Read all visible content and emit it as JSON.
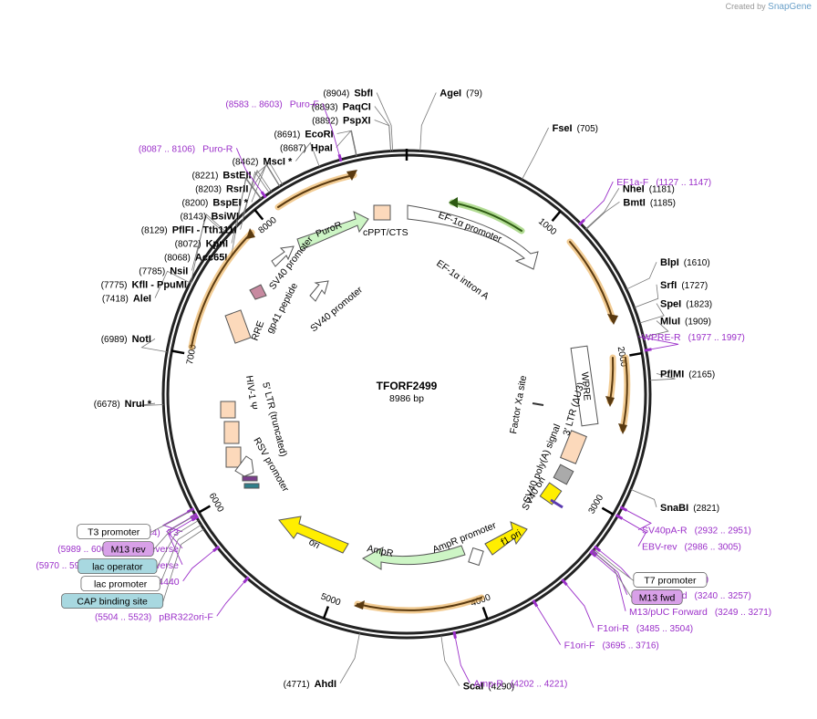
{
  "brand": {
    "prefix": "Created by",
    "name": "SnapGene"
  },
  "plasmid": {
    "name": "TFORF2499",
    "length_label": "8986 bp",
    "length": 8986
  },
  "colors": {
    "primer": "#9b2fc9",
    "orange": "#e8a33c",
    "green": "#7dc34a",
    "peach": "#fcd9bb",
    "yellow": "#ffee00",
    "lightgreen": "#cdf5c5",
    "grey": "#aaaaaa",
    "purple": "#d8a0e8",
    "teal": "#a8d8e0"
  },
  "ticks": [
    {
      "label": "1000",
      "bp": 1000
    },
    {
      "label": "2000",
      "bp": 2000
    },
    {
      "label": "3000",
      "bp": 3000
    },
    {
      "label": "4000",
      "bp": 4000
    },
    {
      "label": "5000",
      "bp": 5000
    },
    {
      "label": "6000",
      "bp": 6000
    },
    {
      "label": "7000",
      "bp": 7000
    },
    {
      "label": "8000",
      "bp": 8000
    }
  ],
  "sites": [
    {
      "name": "SbfI",
      "pos": "(8904)",
      "bp": 8904
    },
    {
      "name": "AgeI",
      "pos": "(79)",
      "bp": 79
    },
    {
      "name": "FseI",
      "pos": "(705)",
      "bp": 705
    },
    {
      "name": "NheI",
      "pos": "(1181)",
      "bp": 1181
    },
    {
      "name": "BmtI",
      "pos": "(1185)",
      "bp": 1185
    },
    {
      "name": "BlpI",
      "pos": "(1610)",
      "bp": 1610
    },
    {
      "name": "SrfI",
      "pos": "(1727)",
      "bp": 1727
    },
    {
      "name": "SpeI",
      "pos": "(1823)",
      "bp": 1823
    },
    {
      "name": "MluI",
      "pos": "(1909)",
      "bp": 1909
    },
    {
      "name": "PflMI",
      "pos": "(2165)",
      "bp": 2165
    },
    {
      "name": "SnaBI",
      "pos": "(2821)",
      "bp": 2821
    },
    {
      "name": "ScaI",
      "pos": "(4290)",
      "bp": 4290
    },
    {
      "name": "AhdI",
      "pos": "(4771)",
      "bp": 4771
    },
    {
      "name": "NruI *",
      "pos": "(6678)",
      "bp": 6678
    },
    {
      "name": "NotI",
      "pos": "(6989)",
      "bp": 6989
    },
    {
      "name": "AleI",
      "pos": "(7418)",
      "bp": 7418
    },
    {
      "name": "KflI  - PpuMI",
      "pos": "(7775)",
      "bp": 7775
    },
    {
      "name": "NsiI",
      "pos": "(7785)",
      "bp": 7785
    },
    {
      "name": "Acc65I",
      "pos": "(8068)",
      "bp": 8068
    },
    {
      "name": "KpnI",
      "pos": "(8072)",
      "bp": 8072
    },
    {
      "name": "PflFI  - Tth111I",
      "pos": "(8129)",
      "bp": 8129
    },
    {
      "name": "BsiWI",
      "pos": "(8143)",
      "bp": 8143
    },
    {
      "name": "BspEI *",
      "pos": "(8200)",
      "bp": 8200
    },
    {
      "name": "RsrII",
      "pos": "(8203)",
      "bp": 8203
    },
    {
      "name": "BstEII",
      "pos": "(8221)",
      "bp": 8221
    },
    {
      "name": "MscI *",
      "pos": "(8462)",
      "bp": 8462
    },
    {
      "name": "HpaI",
      "pos": "(8687)",
      "bp": 8687
    },
    {
      "name": "EcoRI",
      "pos": "(8691)",
      "bp": 8691
    },
    {
      "name": "PspXI",
      "pos": "(8892)",
      "bp": 8892
    },
    {
      "name": "PaqCI",
      "pos": "(8893)",
      "bp": 8893
    }
  ],
  "primers": [
    {
      "name": "Puro-F",
      "range": "(8583 .. 8603)",
      "bp": 8593
    },
    {
      "name": "EF1a-F",
      "range": "(1127 .. 1147)",
      "bp": 1137
    },
    {
      "name": "WPRE-R",
      "range": "(1977 .. 1997)",
      "bp": 1987
    },
    {
      "name": "Puro-R",
      "range": "(8087 .. 8106)",
      "bp": 8096
    },
    {
      "name": "SV40pA-R",
      "range": "(2932 .. 2951)",
      "bp": 2941
    },
    {
      "name": "EBV-rev",
      "range": "(2986 .. 3005)",
      "bp": 2995
    },
    {
      "name": "T7",
      "range": "(3211 .. 3230)",
      "bp": 3220
    },
    {
      "name": "M13 Forward",
      "range": "(3240 .. 3257)",
      "bp": 3248
    },
    {
      "name": "M13/pUC Forward",
      "range": "(3249 .. 3271)",
      "bp": 3260
    },
    {
      "name": "F1ori-R",
      "range": "(3485 .. 3504)",
      "bp": 3494
    },
    {
      "name": "F1ori-F",
      "range": "(3695 .. 3716)",
      "bp": 3705
    },
    {
      "name": "Amp-R",
      "range": "(4202 .. 4221)",
      "bp": 4211
    },
    {
      "name": "pBR322ori-F",
      "range": "(5504 .. 5523)",
      "bp": 5513
    },
    {
      "name": "L4440",
      "range": "(5757 .. 5774)",
      "bp": 5765
    },
    {
      "name": "M13/pUC Reverse",
      "range": "(5970 .. 5992)",
      "bp": 5981
    },
    {
      "name": "M13 Reverse",
      "range": "(5989 .. 6005)",
      "bp": 5997
    },
    {
      "name": "T3",
      "range": "(6024 .. 6044)",
      "bp": 6034
    }
  ],
  "boxed_labels": [
    {
      "name": "T7 promoter",
      "style": "white",
      "bp": 3235
    },
    {
      "name": "M13 fwd",
      "style": "purple",
      "bp": 3250
    },
    {
      "name": "T3 promoter",
      "style": "white",
      "bp": 6030
    },
    {
      "name": "M13 rev",
      "style": "purple",
      "bp": 5995
    },
    {
      "name": "lac operator",
      "style": "teal",
      "bp": 5960
    },
    {
      "name": "lac promoter",
      "style": "white",
      "bp": 5930
    },
    {
      "name": "CAP binding site",
      "style": "teal",
      "bp": 5900
    }
  ],
  "features": [
    {
      "name": "EF-1α promoter"
    },
    {
      "name": "EF-1α intron A"
    },
    {
      "name": "cPPT/CTS"
    },
    {
      "name": "PuroR"
    },
    {
      "name": "SV40 promoter"
    },
    {
      "name": "SV40 promoter"
    },
    {
      "name": "gp41 peptide"
    },
    {
      "name": "RRE"
    },
    {
      "name": "WPRE"
    },
    {
      "name": "Factor Xa site"
    },
    {
      "name": "3′ LTR (ΔU3)"
    },
    {
      "name": "SV40 poly(A) signal"
    },
    {
      "name": "SV40 ori"
    },
    {
      "name": "f1 ori"
    },
    {
      "name": "AmpR promoter"
    },
    {
      "name": "AmpR"
    },
    {
      "name": "ori"
    },
    {
      "name": "5′ LTR (truncated)"
    },
    {
      "name": "HIV-1 Ψ"
    },
    {
      "name": "RSV promoter"
    }
  ]
}
